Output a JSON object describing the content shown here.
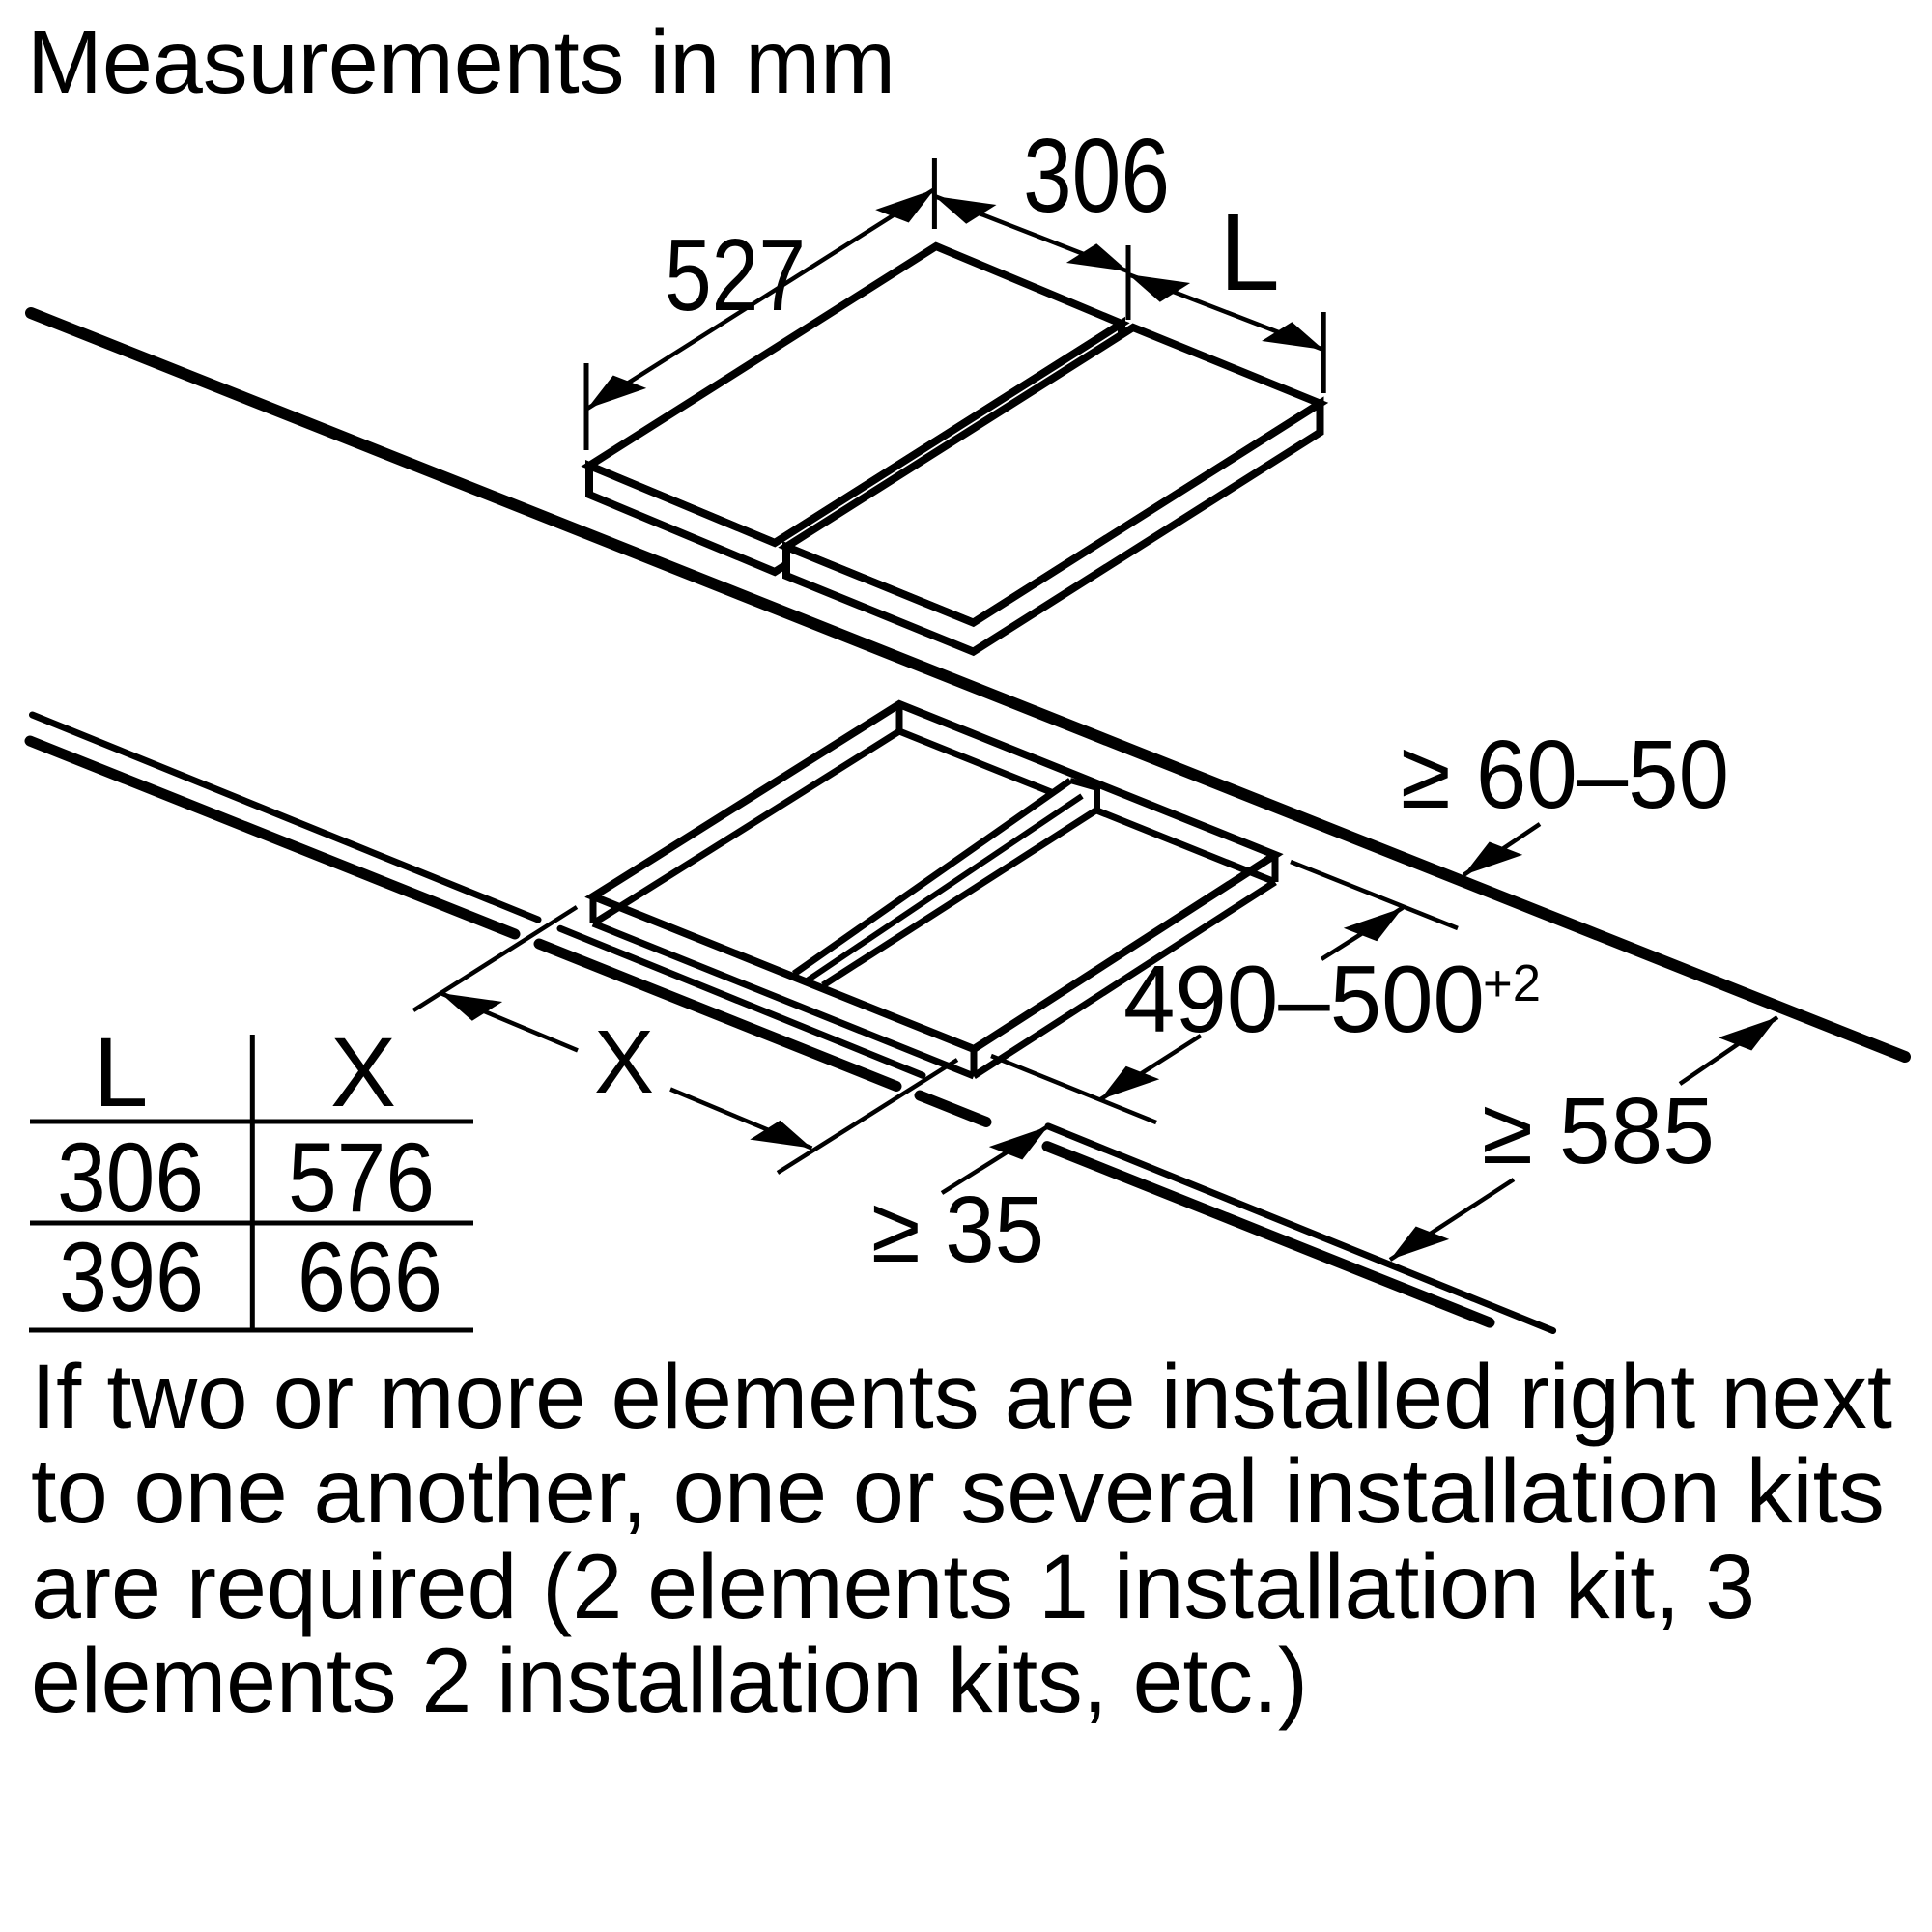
{
  "title": "Measurements in mm",
  "hob": {
    "depth": "527",
    "width": "306",
    "width_symbol": "L"
  },
  "worktop": {
    "clearance_back": "≥ 60–50",
    "cutout_depth": "490–500",
    "cutout_depth_tolerance": "+2",
    "front_web": "≥ 35",
    "depth_min": "≥ 585",
    "offset_symbol": "X"
  },
  "table": {
    "headers": [
      "L",
      "X"
    ],
    "rows": [
      [
        "306",
        "576"
      ],
      [
        "396",
        "666"
      ]
    ]
  },
  "note": {
    "lines": [
      "If two or more elements are installed right next",
      "to one another, one or several installation kits",
      "are required (2 elements 1 installation kit, 3",
      "elements 2 installation kits, etc.)"
    ]
  }
}
